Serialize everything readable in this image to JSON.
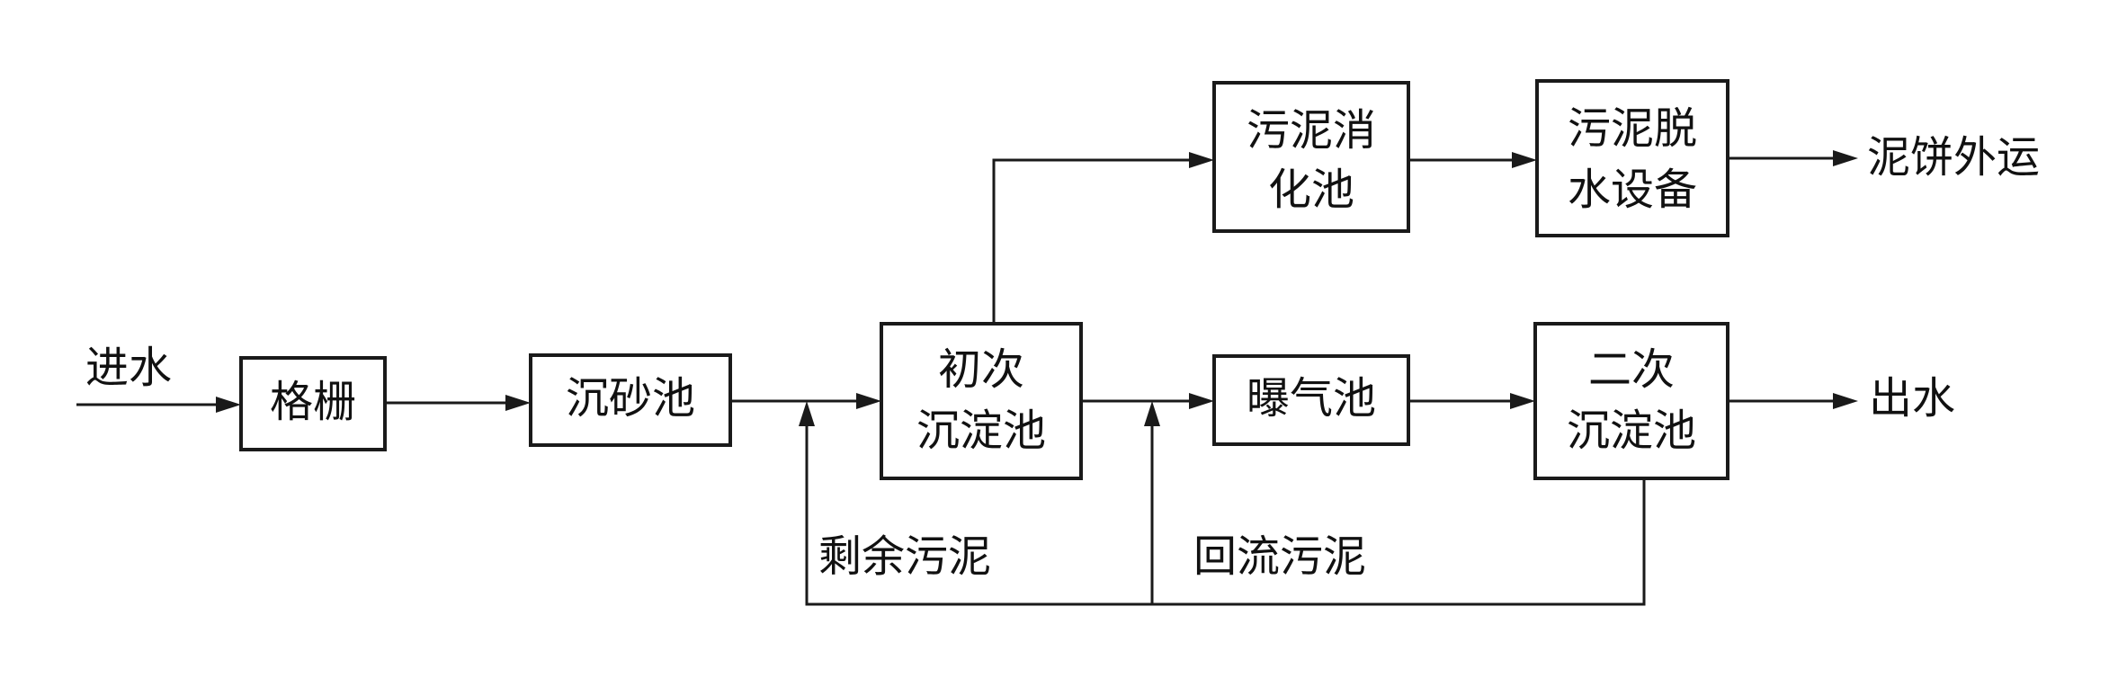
{
  "nodes": {
    "inlet": "进水",
    "screen": "格栅",
    "grit_chamber": "沉砂池",
    "primary_clarifier": [
      "初次",
      "沉淀池"
    ],
    "aeration_tank": "曝气池",
    "secondary_clarifier": [
      "二次",
      "沉淀池"
    ],
    "outlet": "出水",
    "sludge_digester": [
      "污泥消",
      "化池"
    ],
    "dewatering_equipment": [
      "污泥脱",
      "水设备"
    ],
    "sludge_cake_disposal": "泥饼外运"
  },
  "flows": {
    "excess_sludge": "剩余污泥",
    "return_sludge": "回流污泥"
  }
}
